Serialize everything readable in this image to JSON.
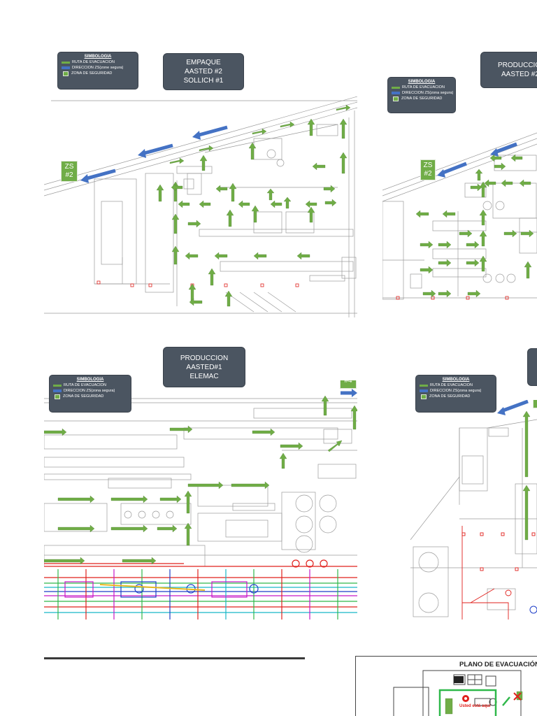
{
  "legend": {
    "title": "SIMBOLOGIA",
    "route": "RUTA DE EVACUACION",
    "direction_top": "DIRECCION ZS(zone segura)",
    "direction": "DIRECCION ZS(zona segura)",
    "zone": "ZONA DE SEGURIDAD"
  },
  "panels": {
    "top_left": {
      "title_lines": [
        "EMPAQUE",
        "AASTED #2",
        "SOLLICH #1"
      ],
      "zone_lines": [
        "ZS",
        "#2"
      ]
    },
    "top_right": {
      "title_lines": [
        "PRODUCCION",
        "AASTED #2"
      ],
      "zone_lines": [
        "ZS",
        "#2"
      ]
    },
    "bottom_left": {
      "title_lines": [
        "PRODUCCION",
        "AASTED#1",
        "ELEMAC"
      ],
      "zone_lines": [
        "ZS",
        "#4"
      ]
    }
  },
  "evacuation_plan": {
    "title": "PLANO DE EVACUACIÓN",
    "here_label": "Usted está aquí"
  },
  "colors": {
    "route_green": "#70ad47",
    "direction_blue": "#4472c4",
    "box_gray": "#4b5561",
    "alarm_red": "#e0201c"
  }
}
